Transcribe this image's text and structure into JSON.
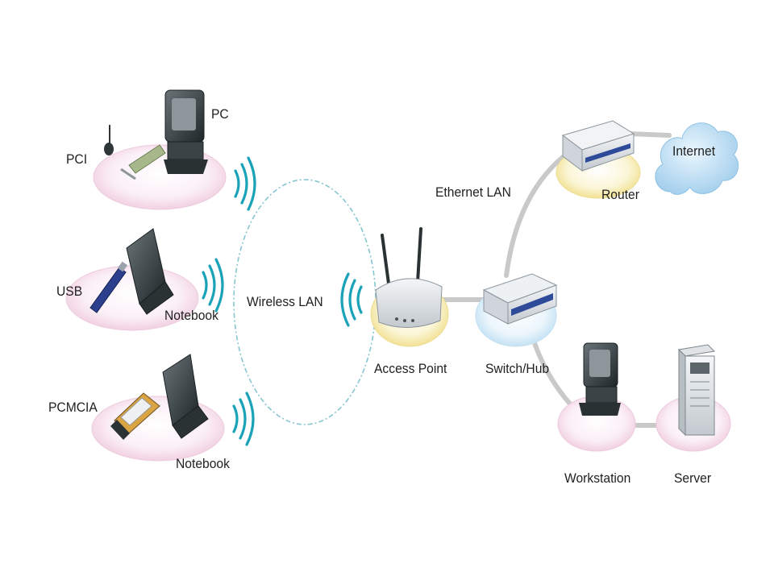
{
  "labels": {
    "pc": "PC",
    "pci": "PCI",
    "usb": "USB",
    "notebook_top": "Notebook",
    "pcmcia": "PCMCIA",
    "notebook_bottom": "Notebook",
    "wireless_lan": "Wireless LAN",
    "access_point": "Access Point",
    "switch_hub": "Switch/Hub",
    "ethernet_lan": "Ethernet LAN",
    "router": "Router",
    "internet": "Internet",
    "workstation": "Workstation",
    "server": "Server"
  },
  "colors": {
    "client_disc": "#f3d6e6",
    "infra_disc": "#f4e9a8",
    "switch_disc": "#cfe6f4",
    "cable": "#c9c9c9",
    "wave": "#1aa2b8",
    "wireless_ring": "#86c6d0",
    "cloud": "#a9d3ee",
    "device_dark": "#2f3638",
    "device_light": "#e4e7ea"
  }
}
